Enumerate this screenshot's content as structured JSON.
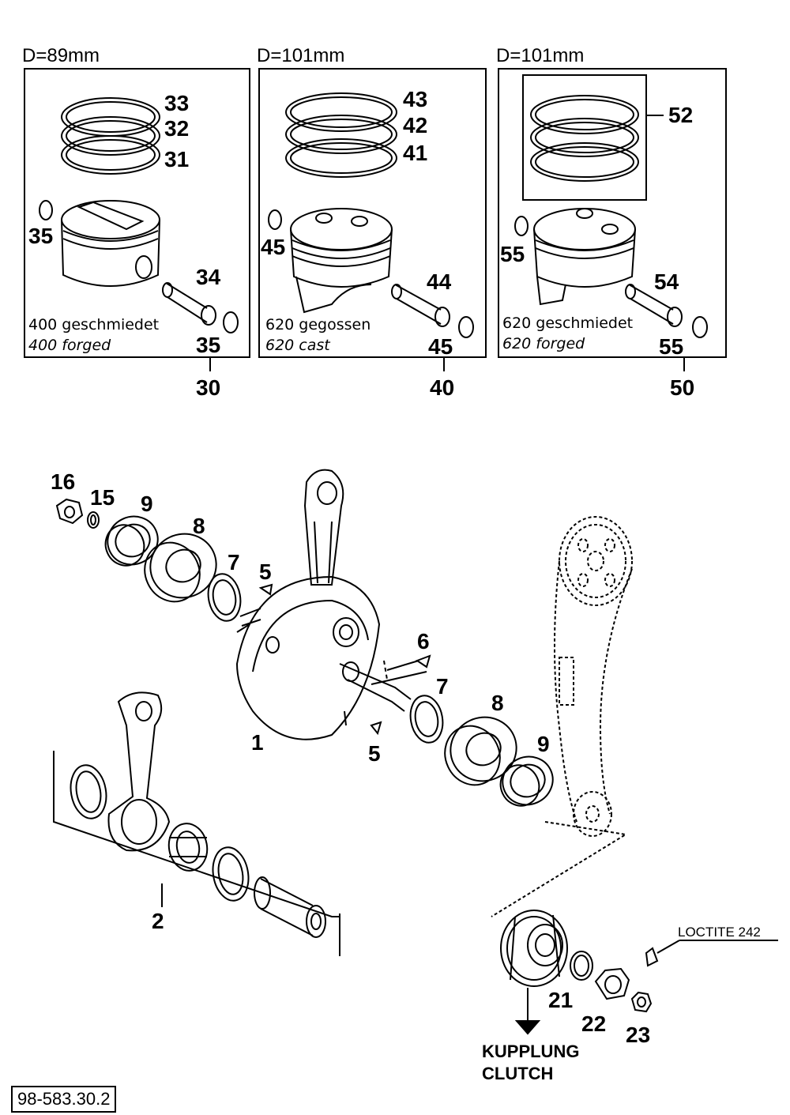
{
  "panels": [
    {
      "diameter": "D=89mm",
      "rings": [
        "33",
        "32",
        "31"
      ],
      "clip_top": "35",
      "pin": "34",
      "clip_bottom": "35",
      "caption_de": "400 geschmiedet",
      "caption_en": "400 forged",
      "assembly": "30"
    },
    {
      "diameter": "D=101mm",
      "rings": [
        "43",
        "42",
        "41"
      ],
      "clip_top": "45",
      "pin": "44",
      "clip_bottom": "45",
      "caption_de": "620 gegossen",
      "caption_en": "620 cast",
      "assembly": "40"
    },
    {
      "diameter": "D=101mm",
      "rings": [
        "52"
      ],
      "clip_top": "55",
      "pin": "54",
      "clip_bottom": "55",
      "caption_de": "620 geschmiedet",
      "caption_en": "620 forged",
      "assembly": "50"
    }
  ],
  "parts": {
    "p16": "16",
    "p15": "15",
    "p9a": "9",
    "p8a": "8",
    "p7a": "7",
    "p5a": "5",
    "p6": "6",
    "p7b": "7",
    "p8b": "8",
    "p9b": "9",
    "p5b": "5",
    "p1": "1",
    "p2": "2",
    "p21": "21",
    "p22": "22",
    "p23": "23"
  },
  "loctite": "LOCTITE 242",
  "clutch_de": "KUPPLUNG",
  "clutch_en": "CLUTCH",
  "doc_code": "98-583.30.2"
}
